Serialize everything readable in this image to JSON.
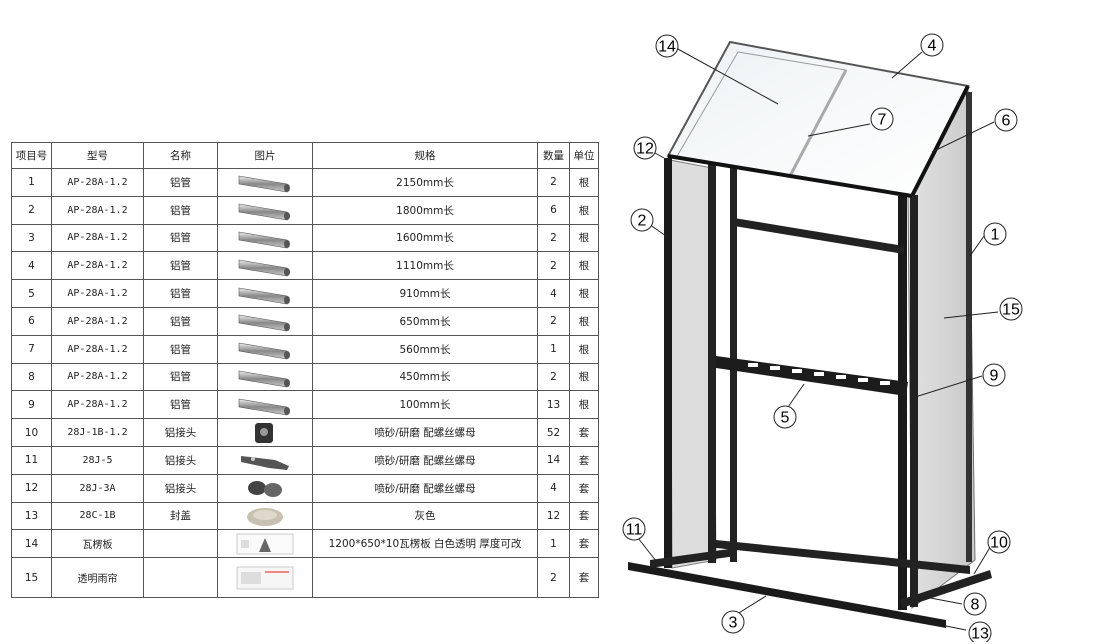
{
  "table": {
    "headers": [
      "项目号",
      "型号",
      "名称",
      "图片",
      "规格",
      "数量",
      "单位"
    ],
    "rows": [
      {
        "no": "1",
        "model": "AP-28A-1.2",
        "name": "铝管",
        "image": "aluminum-tube",
        "spec": "2150mm长",
        "qty": "2",
        "unit": "根"
      },
      {
        "no": "2",
        "model": "AP-28A-1.2",
        "name": "铝管",
        "image": "aluminum-tube",
        "spec": "1800mm长",
        "qty": "6",
        "unit": "根"
      },
      {
        "no": "3",
        "model": "AP-28A-1.2",
        "name": "铝管",
        "image": "aluminum-tube",
        "spec": "1600mm长",
        "qty": "2",
        "unit": "根"
      },
      {
        "no": "4",
        "model": "AP-28A-1.2",
        "name": "铝管",
        "image": "aluminum-tube",
        "spec": "1110mm长",
        "qty": "2",
        "unit": "根"
      },
      {
        "no": "5",
        "model": "AP-28A-1.2",
        "name": "铝管",
        "image": "aluminum-tube",
        "spec": "910mm长",
        "qty": "4",
        "unit": "根"
      },
      {
        "no": "6",
        "model": "AP-28A-1.2",
        "name": "铝管",
        "image": "aluminum-tube",
        "spec": "650mm长",
        "qty": "2",
        "unit": "根"
      },
      {
        "no": "7",
        "model": "AP-28A-1.2",
        "name": "铝管",
        "image": "aluminum-tube",
        "spec": "560mm长",
        "qty": "1",
        "unit": "根"
      },
      {
        "no": "8",
        "model": "AP-28A-1.2",
        "name": "铝管",
        "image": "aluminum-tube",
        "spec": "450mm长",
        "qty": "2",
        "unit": "根"
      },
      {
        "no": "9",
        "model": "AP-28A-1.2",
        "name": "铝管",
        "image": "aluminum-tube",
        "spec": "100mm长",
        "qty": "13",
        "unit": "根"
      },
      {
        "no": "10",
        "model": "28J-1B-1.2",
        "name": "铝接头",
        "image": "joint-clamp",
        "spec": "喷砂/研磨 配螺丝螺母",
        "qty": "52",
        "unit": "套"
      },
      {
        "no": "11",
        "model": "28J-5",
        "name": "铝接头",
        "image": "joint-flat",
        "spec": "喷砂/研磨 配螺丝螺母",
        "qty": "14",
        "unit": "套"
      },
      {
        "no": "12",
        "model": "28J-3A",
        "name": "铝接头",
        "image": "joint-double",
        "spec": "喷砂/研磨 配螺丝螺母",
        "qty": "4",
        "unit": "套"
      },
      {
        "no": "13",
        "model": "28C-1B",
        "name": "封盖",
        "image": "end-cap",
        "spec": "灰色",
        "qty": "12",
        "unit": "套"
      },
      {
        "no": "14",
        "model": "瓦楞板",
        "name": "",
        "image": "panel-sheet",
        "spec": "1200*650*10瓦楞板 白色透明 厚度可改",
        "qty": "1",
        "unit": "套"
      },
      {
        "no": "15",
        "model": "透明雨帘",
        "name": "",
        "image": "curtain-sheet",
        "spec": "",
        "qty": "2",
        "unit": "套"
      }
    ]
  },
  "callouts": [
    "1",
    "2",
    "3",
    "4",
    "5",
    "6",
    "7",
    "8",
    "9",
    "10",
    "11",
    "12",
    "13",
    "14",
    "15"
  ]
}
